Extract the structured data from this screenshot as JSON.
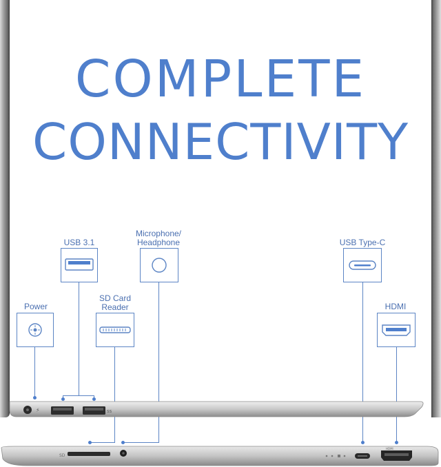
{
  "headline": {
    "line1": "COMPLETE",
    "line2": "CONNECTIVITY"
  },
  "ports": {
    "power": "Power",
    "usb31": "USB 3.1",
    "sd_line1": "SD Card",
    "sd_line2": "Reader",
    "mic_line1": "Microphone/",
    "mic_line2": "Headphone",
    "usbc": "USB Type-C",
    "hdmi": "HDMI"
  },
  "profile": {
    "sd_marking": "SD",
    "hdmi_marking": "HDMI"
  },
  "colors": {
    "accent": "#4f7fcc",
    "line": "#5b84c4",
    "label": "#4a6fb0"
  },
  "icons": [
    "power-port-icon",
    "usb-a-port-icon",
    "sd-card-slot-icon",
    "audio-jack-icon",
    "usb-c-port-icon",
    "hdmi-port-icon"
  ]
}
